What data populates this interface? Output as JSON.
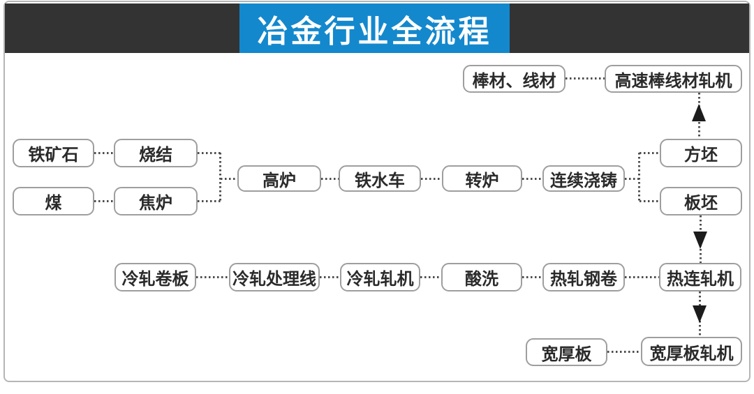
{
  "header": {
    "title": "冶金行业全流程"
  },
  "colors": {
    "accent_blue": "#1488cd",
    "bar_black": "#333333",
    "box_border_gray": "#9e9e9e",
    "line_gray": "#4d4d4d",
    "arrow_black": "#1c1c1c"
  },
  "diagram": {
    "nodes": [
      {
        "id": "bar-wire",
        "label": "棒材、线材"
      },
      {
        "id": "high-speed-bar-wire-mill",
        "label": "高速棒线材轧机"
      },
      {
        "id": "iron-ore",
        "label": "铁矿石"
      },
      {
        "id": "sintering",
        "label": "烧结"
      },
      {
        "id": "coal",
        "label": "煤"
      },
      {
        "id": "coke-oven",
        "label": "焦炉"
      },
      {
        "id": "blast-furnace",
        "label": "高炉"
      },
      {
        "id": "hot-metal-car",
        "label": "铁水车"
      },
      {
        "id": "converter",
        "label": "转炉"
      },
      {
        "id": "continuous-casting",
        "label": "连续浇铸"
      },
      {
        "id": "billet",
        "label": "方坯"
      },
      {
        "id": "slab",
        "label": "板坯"
      },
      {
        "id": "cold-rolled-coil",
        "label": "冷轧卷板"
      },
      {
        "id": "cold-rolling-processing-line",
        "label": "冷轧处理线"
      },
      {
        "id": "cold-rolling-mill",
        "label": "冷轧轧机"
      },
      {
        "id": "pickling",
        "label": "酸洗"
      },
      {
        "id": "hot-rolled-coil",
        "label": "热轧钢卷"
      },
      {
        "id": "hot-strip-mill",
        "label": "热连轧机"
      },
      {
        "id": "wide-heavy-plate",
        "label": "宽厚板"
      },
      {
        "id": "wide-heavy-plate-mill",
        "label": "宽厚板轧机"
      }
    ],
    "connections": [
      {
        "from": "铁矿石",
        "to": "烧结",
        "arrow": false
      },
      {
        "from": "煤",
        "to": "焦炉",
        "arrow": false
      },
      {
        "from": "烧结",
        "to": "高炉",
        "arrow": false
      },
      {
        "from": "焦炉",
        "to": "高炉",
        "arrow": false
      },
      {
        "from": "高炉",
        "to": "铁水车",
        "arrow": false
      },
      {
        "from": "铁水车",
        "to": "转炉",
        "arrow": false
      },
      {
        "from": "转炉",
        "to": "连续浇铸",
        "arrow": false
      },
      {
        "from": "连续浇铸",
        "to": "方坯",
        "arrow": false
      },
      {
        "from": "连续浇铸",
        "to": "板坯",
        "arrow": false
      },
      {
        "from": "方坯",
        "to": "高速棒线材轧机",
        "arrow": true
      },
      {
        "from": "高速棒线材轧机",
        "to": "棒材、线材",
        "arrow": false
      },
      {
        "from": "板坯",
        "to": "热连轧机",
        "arrow": true
      },
      {
        "from": "热连轧机",
        "to": "热轧钢卷",
        "arrow": false
      },
      {
        "from": "热轧钢卷",
        "to": "酸洗",
        "arrow": false
      },
      {
        "from": "酸洗",
        "to": "冷轧轧机",
        "arrow": false
      },
      {
        "from": "冷轧轧机",
        "to": "冷轧处理线",
        "arrow": false
      },
      {
        "from": "冷轧处理线",
        "to": "冷轧卷板",
        "arrow": false
      },
      {
        "from": "热连轧机",
        "to": "宽厚板轧机",
        "arrow": true
      },
      {
        "from": "宽厚板轧机",
        "to": "宽厚板",
        "arrow": false
      }
    ]
  }
}
